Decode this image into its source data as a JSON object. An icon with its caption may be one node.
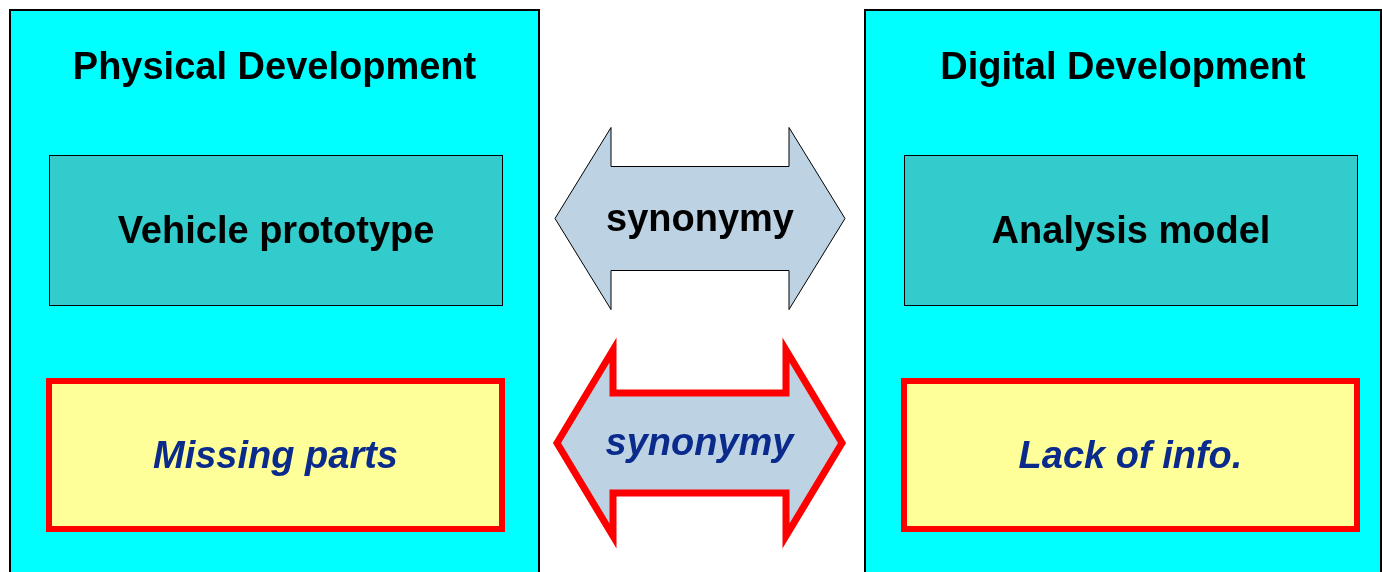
{
  "diagram": {
    "nodes": [
      {
        "text": [
          "Physical Development"
        ]
      },
      {
        "text": [
          "Vehicle prototype"
        ],
        "in": 0
      },
      {
        "text": [
          "Missing parts"
        ],
        "in": 0
      },
      {
        "text": [
          "Digital Development"
        ]
      },
      {
        "text": [
          "Analysis model"
        ],
        "in": 3
      },
      {
        "text": [
          "Lack of info."
        ],
        "in": 3
      }
    ],
    "edges": [
      {
        "from": 1,
        "to": 4,
        "arrow": "both",
        "label": "synonymy"
      },
      {
        "from": 2,
        "to": 5,
        "arrow": "both",
        "label": "synonymy",
        "style": "thick",
        "color": "#ff0000"
      }
    ]
  }
}
